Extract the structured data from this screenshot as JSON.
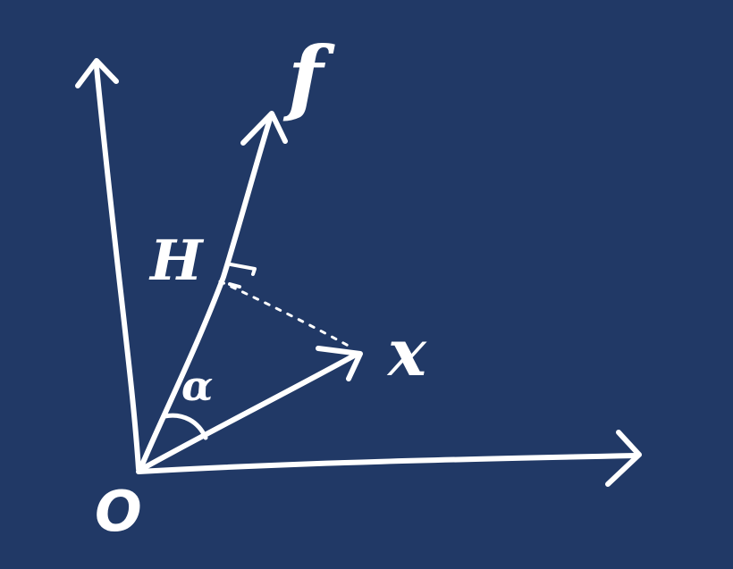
{
  "diagram": {
    "background_color": "#213966",
    "stroke_color": "#ffffff",
    "labels": {
      "origin": "O",
      "vector_f": "f",
      "vector_x": "x",
      "foot_point": "H",
      "angle": "α"
    },
    "has_right_angle_mark": true,
    "projection_line_style": "dotted"
  }
}
